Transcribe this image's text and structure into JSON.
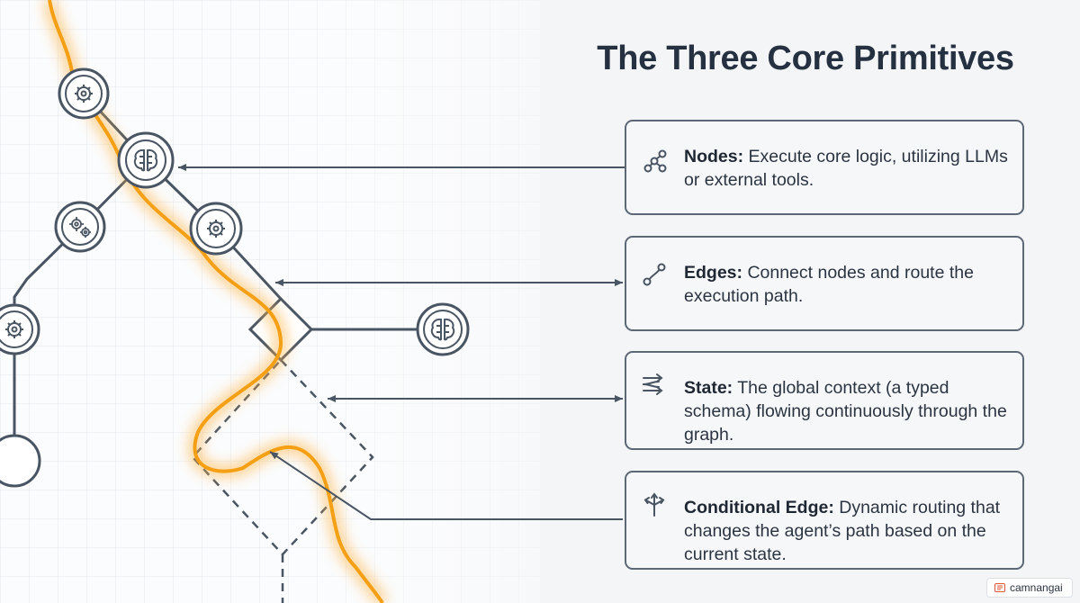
{
  "title": "The Three Core Primitives",
  "cards": [
    {
      "icon": "nodes-graph-icon",
      "term": "Nodes:",
      "description": "Execute core logic, utilizing LLMs or external tools."
    },
    {
      "icon": "edge-link-icon",
      "term": "Edges:",
      "description": "Connect nodes and route the execution path."
    },
    {
      "icon": "state-flow-arrows-icon",
      "term": "State:",
      "description": "The global context (a typed schema) flowing continuously through the graph."
    },
    {
      "icon": "branch-routing-icon",
      "term": "Conditional Edge:",
      "description": "Dynamic routing that changes the agent’s path based on the current state."
    }
  ],
  "badge": {
    "icon": "camnangai-logo-icon",
    "label": "camnangai"
  },
  "diagram": {
    "node_icons": [
      "gear-icon",
      "brain-icon",
      "double-gear-icon",
      "gear-icon",
      "gear-icon",
      "brain-icon"
    ],
    "colors": {
      "flow": "#f5a014",
      "line": "#4a5563",
      "node_fill": "#ffffff",
      "card_border": "#5d6877"
    }
  }
}
